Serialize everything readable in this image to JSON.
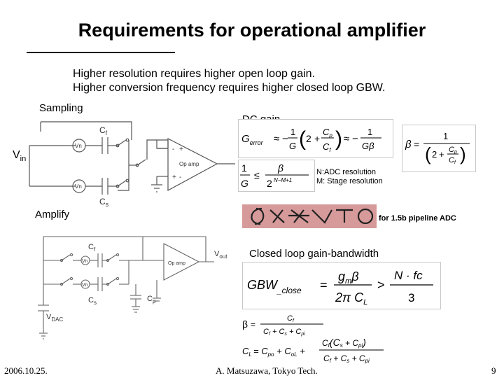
{
  "slide": {
    "title": "Requirements for operational amplifier",
    "intro_line1": "Higher resolution requires higher open loop gain.",
    "intro_line2": "Higher conversion frequency requires higher closed loop GBW."
  },
  "sampling": {
    "label": "Sampling",
    "vin": "V",
    "vin_sub": "in",
    "cf": "C",
    "cf_sub": "f",
    "cs": "C",
    "cs_sub": "s",
    "vn": "Vn",
    "opamp": "Op amp",
    "plus": "+",
    "minus": "-"
  },
  "dc_gain": {
    "label": "DC gain",
    "g_error": "G",
    "g_error_sub": "error",
    "approx": "≈",
    "minus": "−",
    "one": "1",
    "g": "G",
    "two": "2",
    "plus": "+",
    "cp": "C",
    "cp_sub": "p",
    "cf": "C",
    "cf_sub": "f",
    "g_beta": "Gβ",
    "beta": "β",
    "equals": "=",
    "leq": "≤",
    "two_pow": "2",
    "exponent": "N−M+1",
    "note_n": "N:ADC resolution",
    "note_m": "M: Stage resolution"
  },
  "amplify": {
    "label": "Amplify",
    "pipeline_note": "for 1.5b pipeline ADC",
    "vout": "V",
    "vout_sub": "out",
    "vdac": "V",
    "vdac_sub": "DAC",
    "cf": "C",
    "cf_sub": "f",
    "cs": "C",
    "cs_sub": "s",
    "cp": "C",
    "cp_sub": "p",
    "vn": "Vn",
    "opamp": "Op amp"
  },
  "gbw": {
    "label": "Closed loop gain-bandwidth",
    "lhs": "GBW",
    "lhs_sub": "_close",
    "equals": "=",
    "gm_beta": "g",
    "gm_sub": "m",
    "beta": "β",
    "denominator": "2π C",
    "cl_sub": "L",
    "gt": ">",
    "n_fc": "N · fc",
    "three": "3"
  },
  "beta_formula": {
    "lhs": "β",
    "eq": "=",
    "num": "C",
    "num_sub": "f",
    "den": "C",
    "den_parts": [
      "f",
      " + C",
      "s",
      " + C",
      "pi"
    ]
  },
  "cl_formula": {
    "lhs": "C",
    "lhs_sub": "L",
    "rhs_text": "= C",
    "rhs_parts": [
      "po",
      " + C",
      "oL",
      " + "
    ],
    "num_text": "C",
    "num_parts": [
      "f",
      "(C",
      "s",
      " + C",
      "pi",
      ")"
    ],
    "den_text": "C",
    "den_parts": [
      "f",
      " + C",
      "s",
      " + C",
      "pi"
    ]
  },
  "footer": {
    "date": "2006.10.25.",
    "author": "A. Matsuzawa, Tokyo Tech.",
    "page": "9"
  }
}
